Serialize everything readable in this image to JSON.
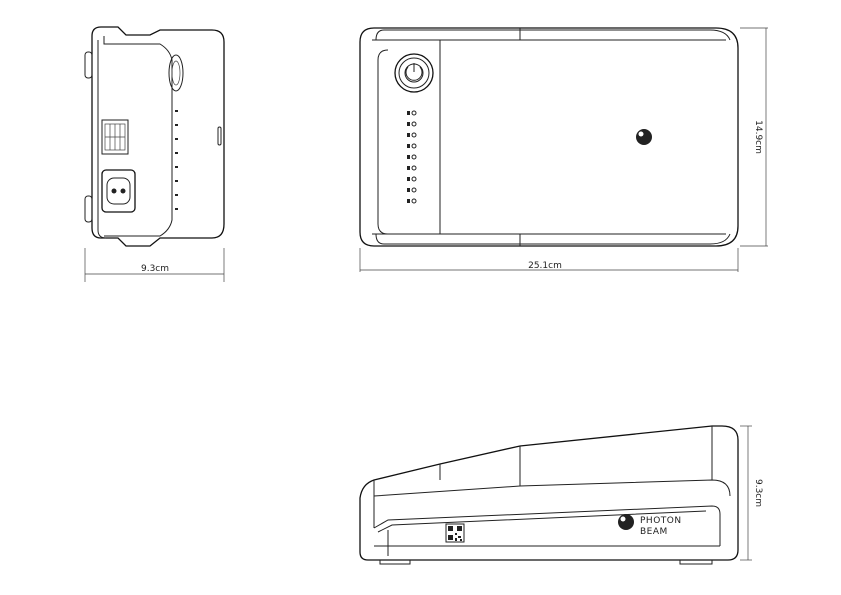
{
  "views": {
    "side": {
      "width_label": "9.3cm"
    },
    "top": {
      "width_label": "25.1cm",
      "depth_label": "14.9cm"
    },
    "front": {
      "height_label": "9.3cm",
      "brand_line1": "PHOTON",
      "brand_line2": "BEAM"
    }
  },
  "icons": {
    "power": "power-button-icon",
    "power_inlet": "power-inlet-icon",
    "dip_switch": "dip-switch-icon",
    "qr_code": "qr-code-icon",
    "brand_logo": "brand-logo-dot-icon"
  }
}
